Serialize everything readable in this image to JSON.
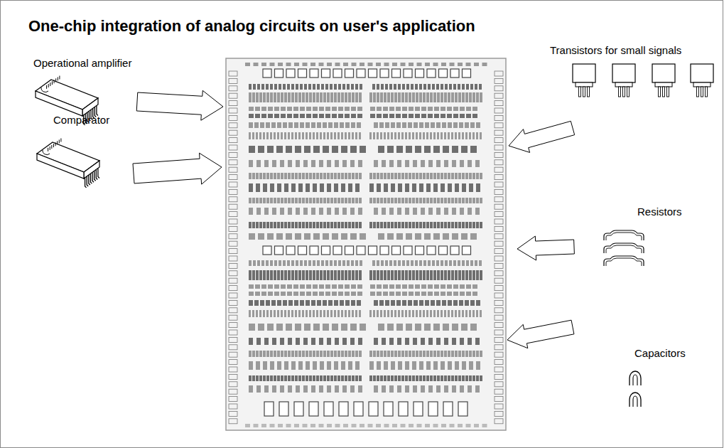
{
  "diagram": {
    "title": "One-chip integration of analog circuits on user's application",
    "labels": [
      "Operational amplifier",
      "Comparator",
      "Transistors for small signals",
      "Resistors",
      "Capacitors"
    ]
  }
}
